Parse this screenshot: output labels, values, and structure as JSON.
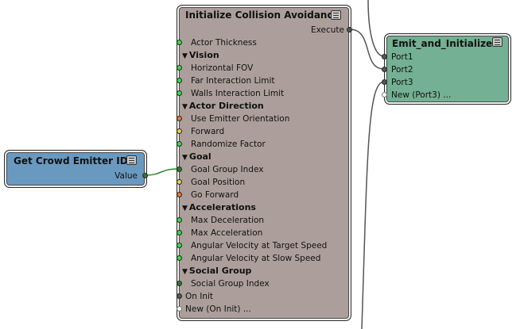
{
  "colors": {
    "pin_green": "#33dd44",
    "pin_orange": "#ee7722",
    "pin_yellow": "#e8d23a",
    "pin_dark": "#555555",
    "pin_darkgreen": "#2e7a2e",
    "wire_green": "#2a8a2a",
    "wire_gray": "#555555"
  },
  "collision_node": {
    "title": "Initialize Collision Avoidance",
    "execute_label": "Execute",
    "rows": [
      {
        "label": "Actor Thickness",
        "pin": "green",
        "name": "actor-thickness-input"
      },
      {
        "label": "Vision",
        "section": true,
        "name": "vision-section"
      },
      {
        "label": "Horizontal FOV",
        "pin": "green",
        "name": "horizontal-fov-input"
      },
      {
        "label": "Far Interaction Limit",
        "pin": "green",
        "name": "far-interaction-limit-input"
      },
      {
        "label": "Walls Interaction Limit",
        "pin": "green",
        "name": "walls-interaction-limit-input"
      },
      {
        "label": "Actor Direction",
        "section": true,
        "name": "actor-direction-section"
      },
      {
        "label": "Use Emitter Orientation",
        "pin": "orange",
        "name": "use-emitter-orientation-input"
      },
      {
        "label": "Forward",
        "pin": "yellow",
        "name": "forward-input"
      },
      {
        "label": "Randomize Factor",
        "pin": "green",
        "name": "randomize-factor-input"
      },
      {
        "label": "Goal",
        "section": true,
        "name": "goal-section"
      },
      {
        "label": "Goal Group Index",
        "pin": "darkgreen",
        "name": "goal-group-index-input"
      },
      {
        "label": "Goal Position",
        "pin": "yellow",
        "name": "goal-position-input"
      },
      {
        "label": "Go Forward",
        "pin": "orange",
        "name": "go-forward-input"
      },
      {
        "label": "Accelerations",
        "section": true,
        "name": "accelerations-section"
      },
      {
        "label": "Max Deceleration",
        "pin": "green",
        "name": "max-deceleration-input"
      },
      {
        "label": "Max Acceleration",
        "pin": "green",
        "name": "max-acceleration-input"
      },
      {
        "label": "Angular Velocity at Target Speed",
        "pin": "green",
        "name": "angular-velocity-target-speed-input"
      },
      {
        "label": "Angular Velocity at Slow Speed",
        "pin": "green",
        "name": "angular-velocity-slow-speed-input"
      },
      {
        "label": "Social Group",
        "section": true,
        "name": "social-group-section"
      },
      {
        "label": "Social Group Index",
        "pin": "darkgreen",
        "name": "social-group-index-input"
      },
      {
        "label": "On Init",
        "pin": "dark",
        "flush": true,
        "name": "on-init-input"
      },
      {
        "label": "New (On Init) ...",
        "pin": "hollow",
        "flush": true,
        "name": "new-on-init-input"
      }
    ]
  },
  "emitter_node": {
    "title": "Get Crowd Emitter ID",
    "value_label": "Value"
  },
  "emit_node": {
    "title": "Emit_and_Initialize",
    "ports": [
      {
        "label": "Port1",
        "pin": "dark",
        "name": "port1-input"
      },
      {
        "label": "Port2",
        "pin": "dark",
        "name": "port2-input"
      },
      {
        "label": "Port3",
        "pin": "dark",
        "name": "port3-input"
      },
      {
        "label": "New (Port3) ...",
        "pin": "hollow",
        "name": "new-port3-input"
      }
    ]
  }
}
